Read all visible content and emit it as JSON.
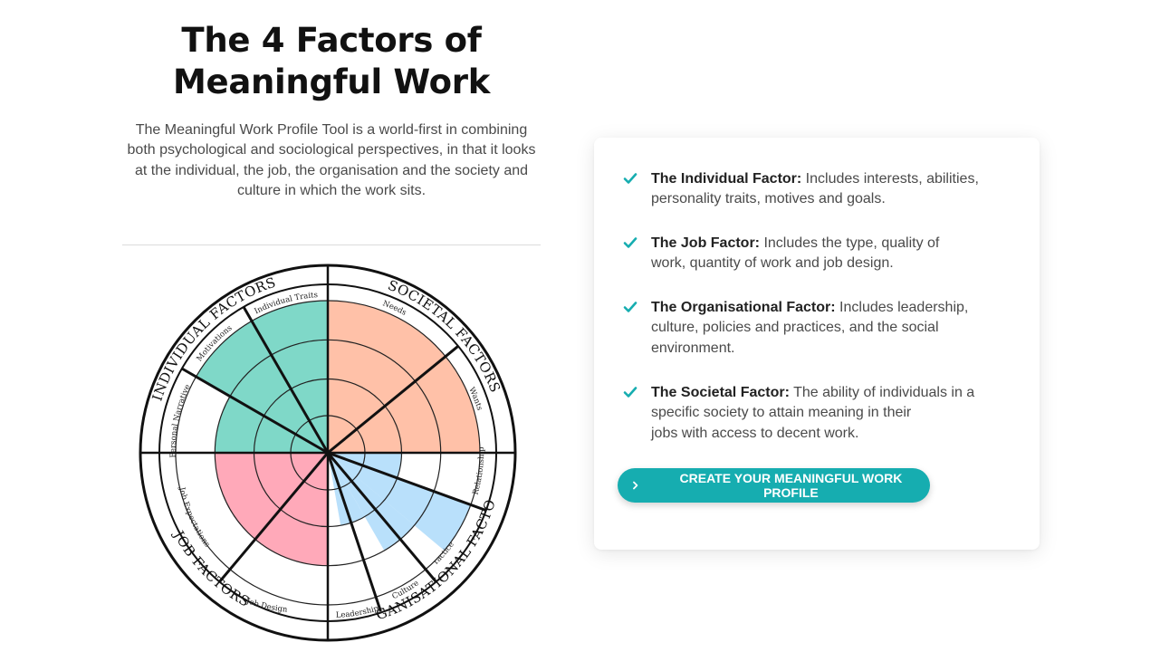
{
  "title_line1": "The 4 Factors of",
  "title_line2": "Meaningful Work",
  "intro": "The Meaningful Work Profile Tool is a world-first in combining both psychological and sociological perspectives, in that it looks at the individual, the job, the organisation and the society and culture in which the work sits.",
  "wheel": {
    "groups": {
      "individual": "INDIVIDUAL FACTORS",
      "societal": "SOCIETAL FACTORS",
      "organisational": "ORGANISATIONAL FACTORS",
      "job": "JOB FACTORS"
    },
    "labels": {
      "individual_traits": "Individual Traits",
      "motivations": "Motivations",
      "personal_narrative": "Personal Narrative",
      "needs": "Needs",
      "wants": "Wants",
      "relationships": "Relationships",
      "practices": "Practices",
      "culture": "Culture",
      "leadership": "Leadership",
      "job_design": "Job Design",
      "job_expectations": "Job Expectations"
    },
    "colors": {
      "individual": "#7fd8c8",
      "societal": "#ffc1a8",
      "organisational": "#b9e0fb",
      "job": "#ffa9b9"
    }
  },
  "factors": [
    {
      "label": "The Individual Factor:",
      "text_a": " Includes interests, abilities,",
      "text_b": "personality traits, motives and goals."
    },
    {
      "label": "The Job Factor:",
      "text_a": " Includes the type, quality of",
      "text_b": "work, quantity of work and job design."
    },
    {
      "label": "The Organisational Factor:",
      "text_a": " Includes leadership,",
      "text_b": "culture, policies and practices, and the social",
      "text_c": "environment."
    },
    {
      "label": "The Societal Factor:",
      "text_a": " The ability of individuals in a",
      "text_b": "specific society to attain meaning in their",
      "text_c": "jobs with access to decent work."
    }
  ],
  "cta_label": "CREATE YOUR MEANINGFUL WORK PROFILE",
  "colors": {
    "accent": "#16adb0",
    "check": "#16adb0"
  }
}
